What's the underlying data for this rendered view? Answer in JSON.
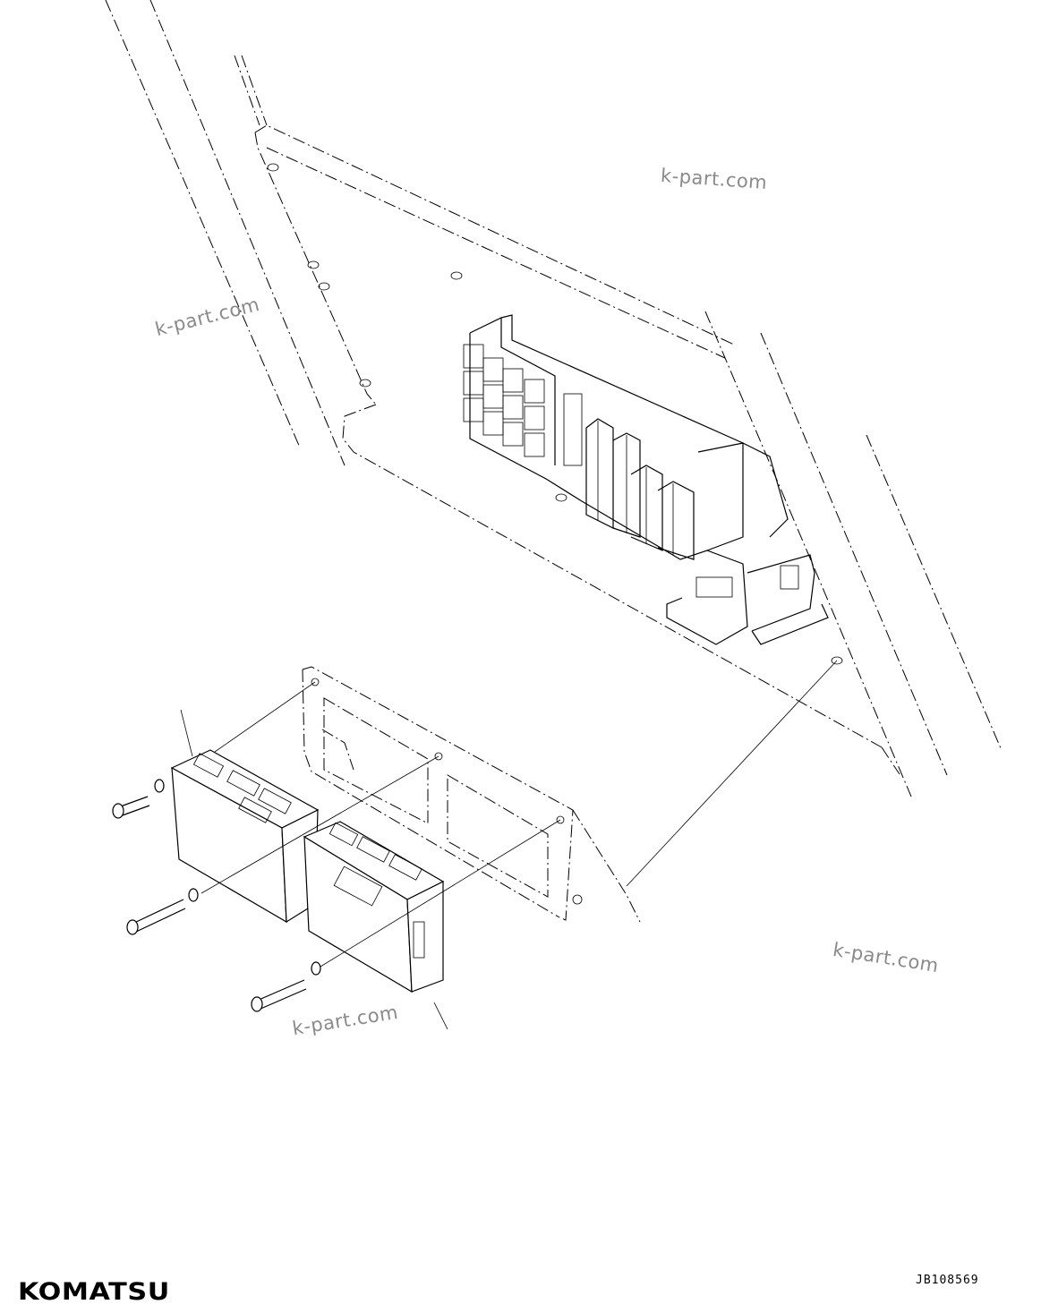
{
  "watermarks": [
    "k-part.com",
    "k-part.com",
    "k-part.com",
    "k-part.com"
  ],
  "footer": {
    "brand": "KOMATSU",
    "drawing_id": "JB108569"
  }
}
